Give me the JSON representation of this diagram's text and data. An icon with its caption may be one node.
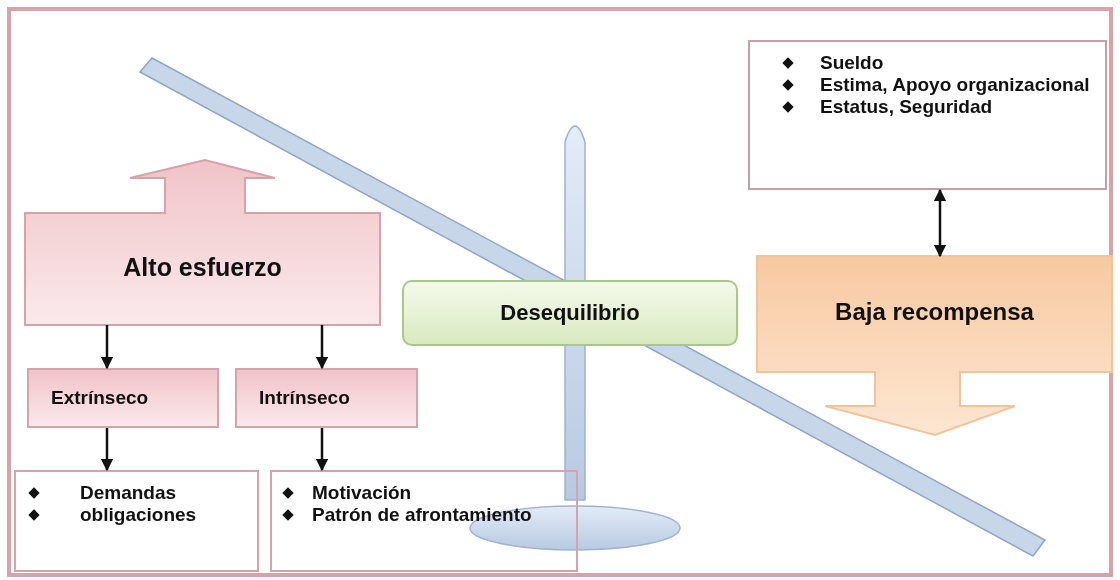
{
  "diagram": {
    "nodes": [
      {
        "text": [
          "Alto esfuerzo"
        ]
      },
      {
        "text": [
          "Extrínseco"
        ]
      },
      {
        "text": [
          "Intrínseco"
        ]
      },
      {
        "text": [
          "Demandas",
          "obligaciones"
        ]
      },
      {
        "text": [
          "Motivación",
          "Patrón de afrontamiento"
        ]
      },
      {
        "text": [
          "Desequilibrio"
        ]
      },
      {
        "text": [
          "Sueldo",
          "Estima, Apoyo organizacional",
          "Estatus, Seguridad"
        ]
      },
      {
        "text": [
          "Baja recompensa"
        ]
      }
    ],
    "edges": [
      {
        "from": 0,
        "to": 1,
        "arrow": "to"
      },
      {
        "from": 0,
        "to": 2,
        "arrow": "to"
      },
      {
        "from": 1,
        "to": 3,
        "arrow": "to"
      },
      {
        "from": 2,
        "to": 4,
        "arrow": "to"
      },
      {
        "from": 6,
        "to": 7,
        "arrow": "both"
      }
    ]
  }
}
